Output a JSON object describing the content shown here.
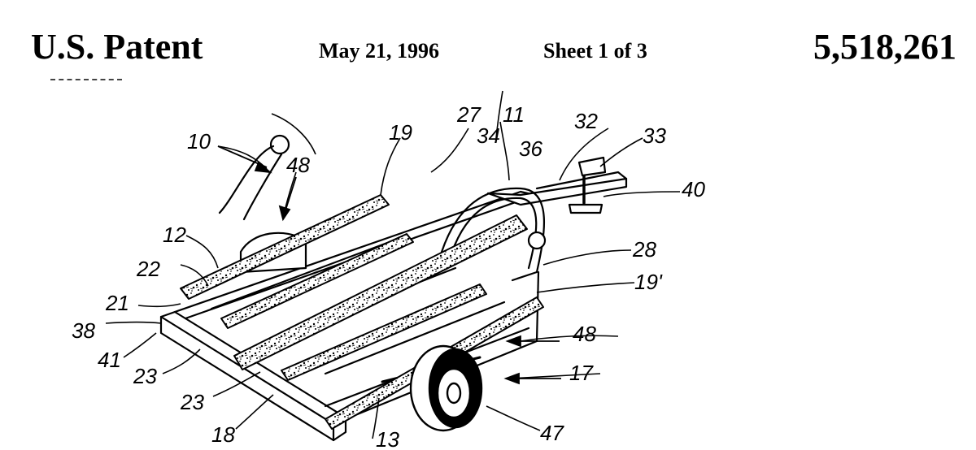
{
  "header": {
    "title": "U.S. Patent",
    "date": "May 21, 1996",
    "sheet": "Sheet 1 of 3",
    "patent_number": "5,518,261"
  },
  "figure": {
    "reference_numerals": [
      "10",
      "48",
      "12",
      "22",
      "21",
      "38",
      "41",
      "23",
      "23",
      "18",
      "19",
      "27",
      "11",
      "34",
      "36",
      "32",
      "33",
      "40",
      "28",
      "19'",
      "48",
      "17",
      "47",
      "13"
    ]
  }
}
